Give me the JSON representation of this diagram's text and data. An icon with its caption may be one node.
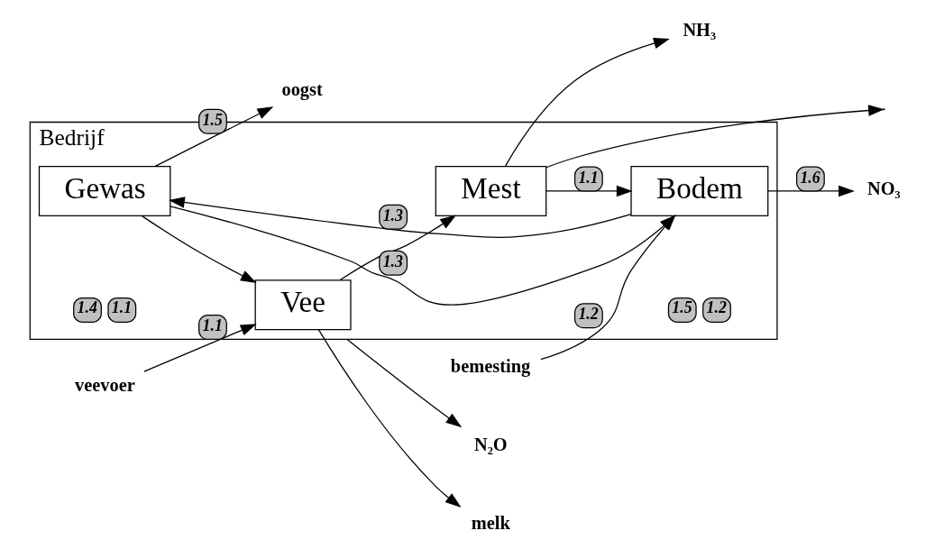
{
  "diagram": {
    "nodes": [
      {
        "text": [
          "Bedrijf"
        ]
      },
      {
        "text": [
          "Vee"
        ],
        "in": 0
      },
      {
        "text": [
          "Gewas"
        ],
        "in": 0,
        "beside": [
          "1.4",
          "1.1"
        ]
      },
      {
        "text": [
          "Mest"
        ],
        "in": 0
      },
      {
        "text": [
          "Bodem"
        ],
        "in": 0,
        "beside": [
          "1.5",
          "1.2"
        ]
      },
      {
        "text": [
          "veevoer"
        ]
      },
      {
        "text": [
          "bemesting"
        ]
      },
      {
        "text": [
          "N₂O"
        ]
      },
      {
        "text": [
          "melk"
        ]
      },
      {
        "text": [
          "oogst"
        ]
      },
      {
        "text": [
          "NH₃"
        ]
      },
      {
        "text": [
          "NO₃"
        ]
      }
    ],
    "edges": [
      {
        "from": 0,
        "to": 7,
        "arrow": "to"
      },
      {
        "from": 5,
        "to": 1,
        "arrow": "to",
        "label": "1.1"
      },
      {
        "from": 2,
        "to": 1,
        "arrow": "to"
      },
      {
        "from": 1,
        "to": 8,
        "arrow": "to"
      },
      {
        "from": 2,
        "to": 9,
        "arrow": "to",
        "label": "1.5"
      },
      {
        "from": 1,
        "to": 3,
        "arrow": "to"
      },
      {
        "from": 3,
        "to": null,
        "arrow": "to"
      },
      {
        "from": 3,
        "to": 10,
        "arrow": "to"
      },
      {
        "from": 2,
        "to": 4,
        "arrow": "to",
        "label": "1.3"
      },
      {
        "from": 4,
        "to": 2,
        "arrow": "to",
        "label": "1.3"
      },
      {
        "from": 6,
        "to": 4,
        "arrow": "to",
        "label": "1.2"
      },
      {
        "from": 3,
        "to": 4,
        "arrow": "to",
        "label": "1.1"
      },
      {
        "from": 4,
        "to": 11,
        "arrow": "to",
        "label": "1.6"
      }
    ]
  }
}
